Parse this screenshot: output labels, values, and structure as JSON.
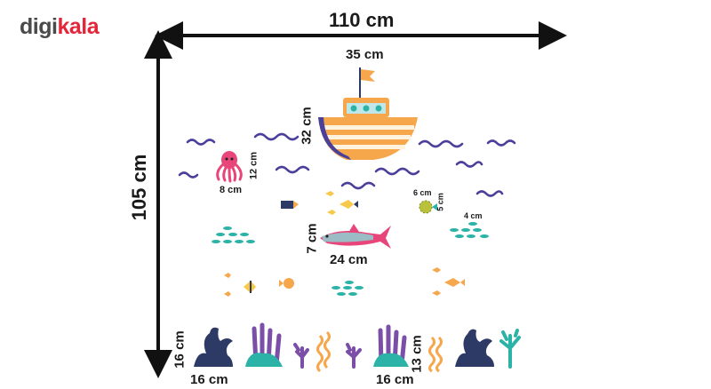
{
  "brand": {
    "logo_part1": "digi",
    "logo_part2": "kala",
    "logo_color": "#e2263b"
  },
  "dimensions": {
    "total_width": "110 cm",
    "total_height": "105 cm",
    "ship_width": "35 cm",
    "ship_height": "32 cm",
    "octopus_width": "8 cm",
    "octopus_height": "12 cm",
    "puffer_width": "6 cm",
    "puffer_height": "5 cm",
    "small_fish_width": "4 cm",
    "shark_width": "24 cm",
    "shark_height": "7 cm",
    "coral_left_width": "16 cm",
    "coral_left_height": "16 cm",
    "coral_mid_width": "16 cm",
    "coral_mid_height": "13 cm"
  },
  "colors": {
    "wave": "#4a3f9a",
    "ship_orange": "#f6a64b",
    "shark_pink": "#e8457a",
    "coral_navy": "#2e3a66",
    "coral_purple": "#7b4fa8",
    "teal": "#2ab3a6"
  }
}
